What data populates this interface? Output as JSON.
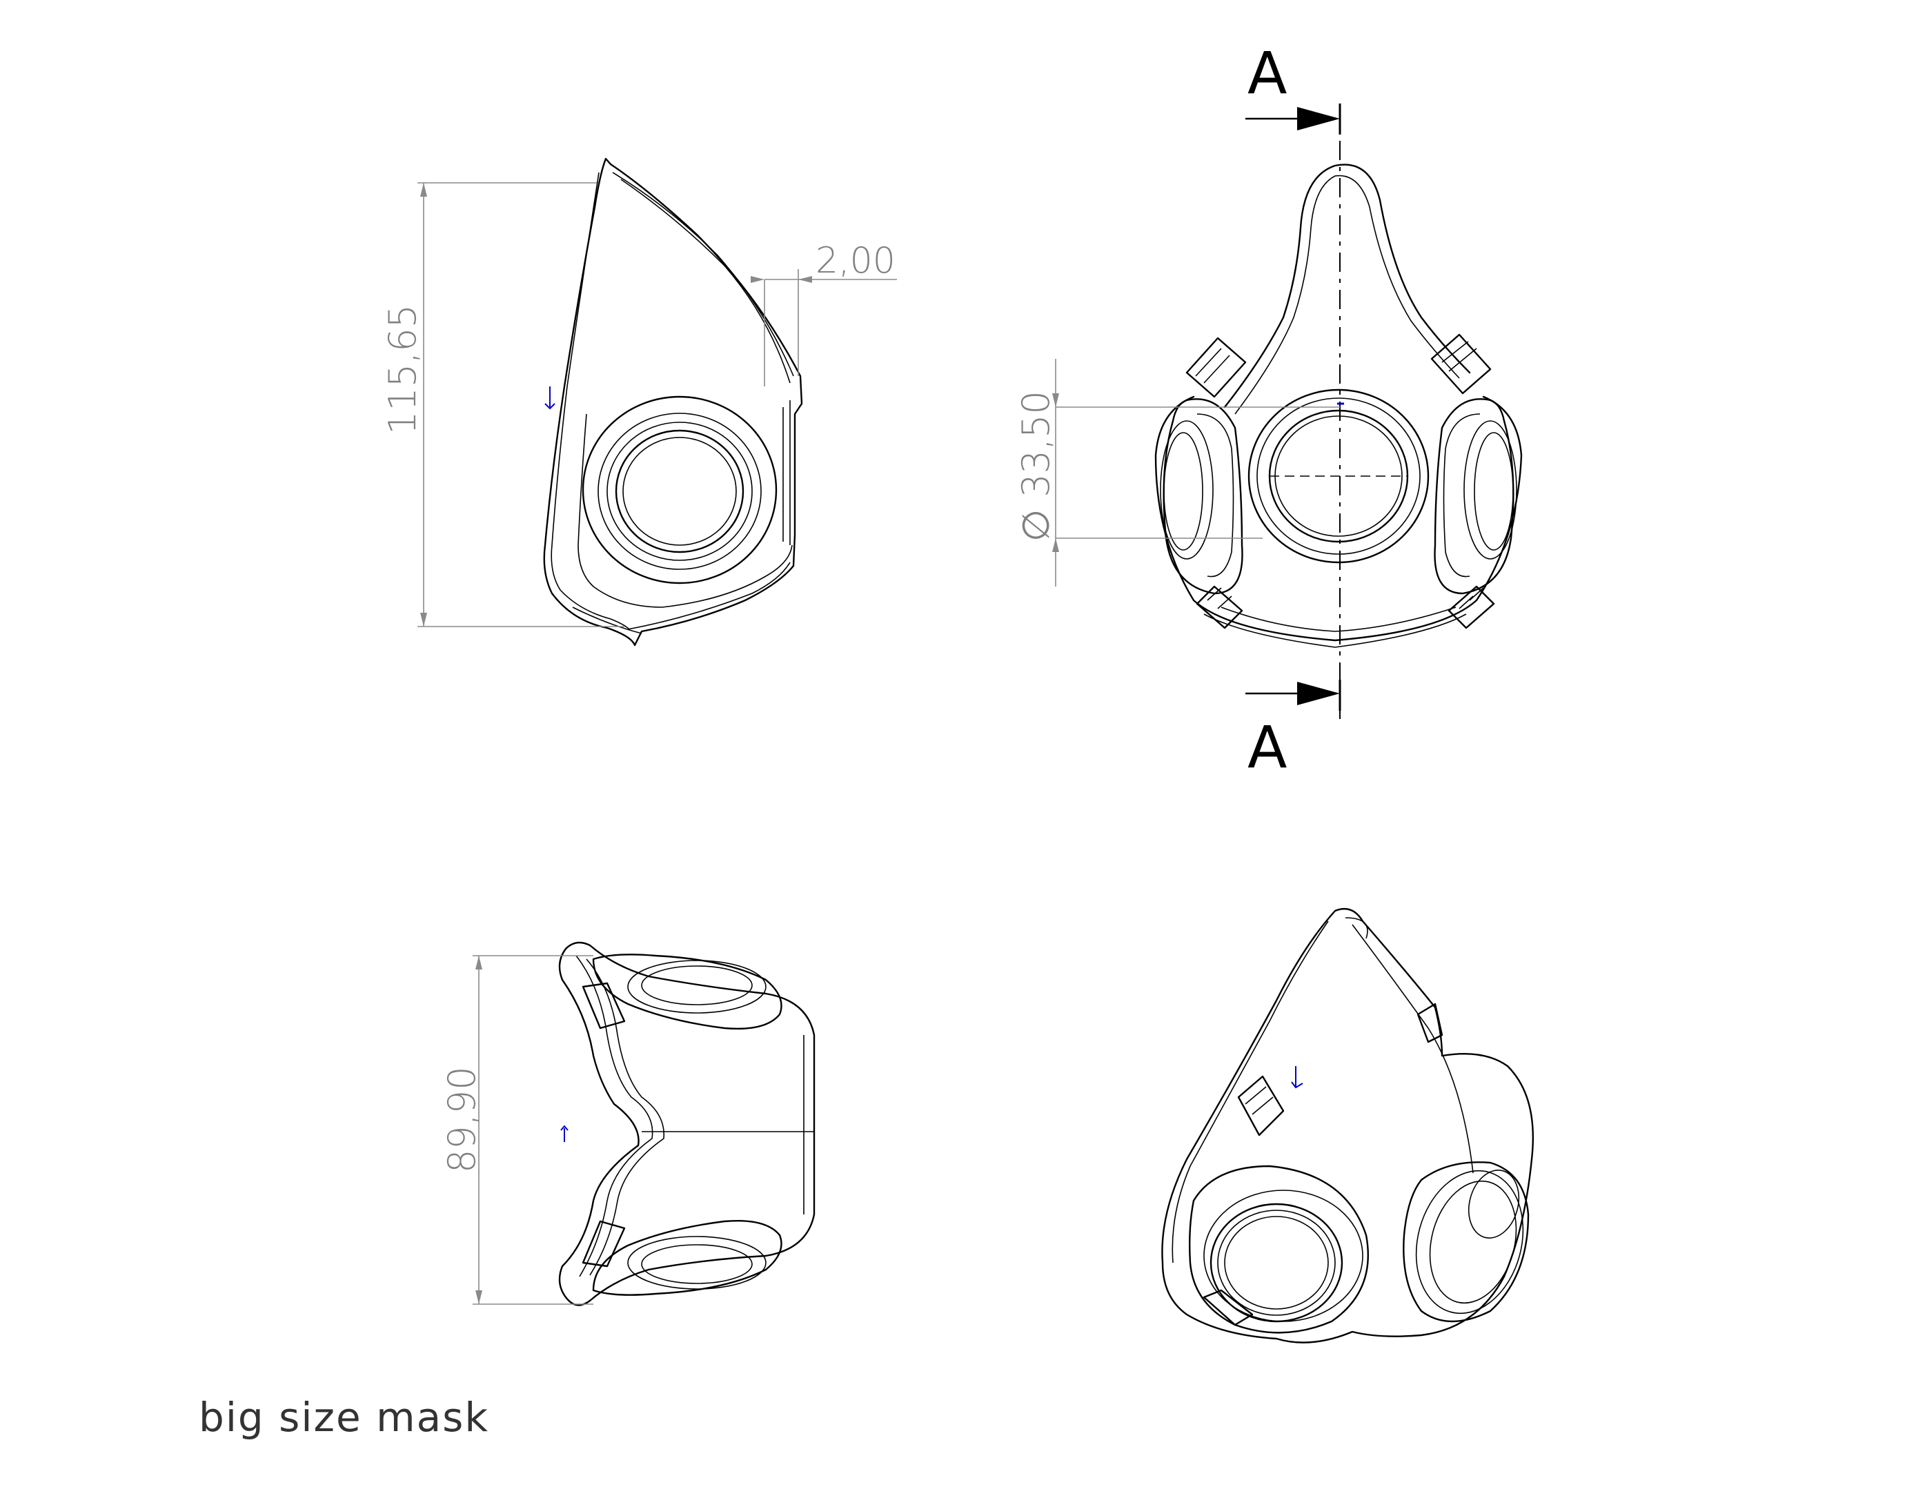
{
  "title": "big size mask",
  "dimensions": {
    "side_height": "115,65",
    "wall_thickness": "2,00",
    "port_diameter": "∅ 33,50",
    "top_width": "89,90"
  },
  "section": {
    "label_top": "A",
    "label_bottom": "A"
  },
  "colors": {
    "line": "#000000",
    "dimension": "#808080",
    "axis_marker": "#0000cc"
  }
}
